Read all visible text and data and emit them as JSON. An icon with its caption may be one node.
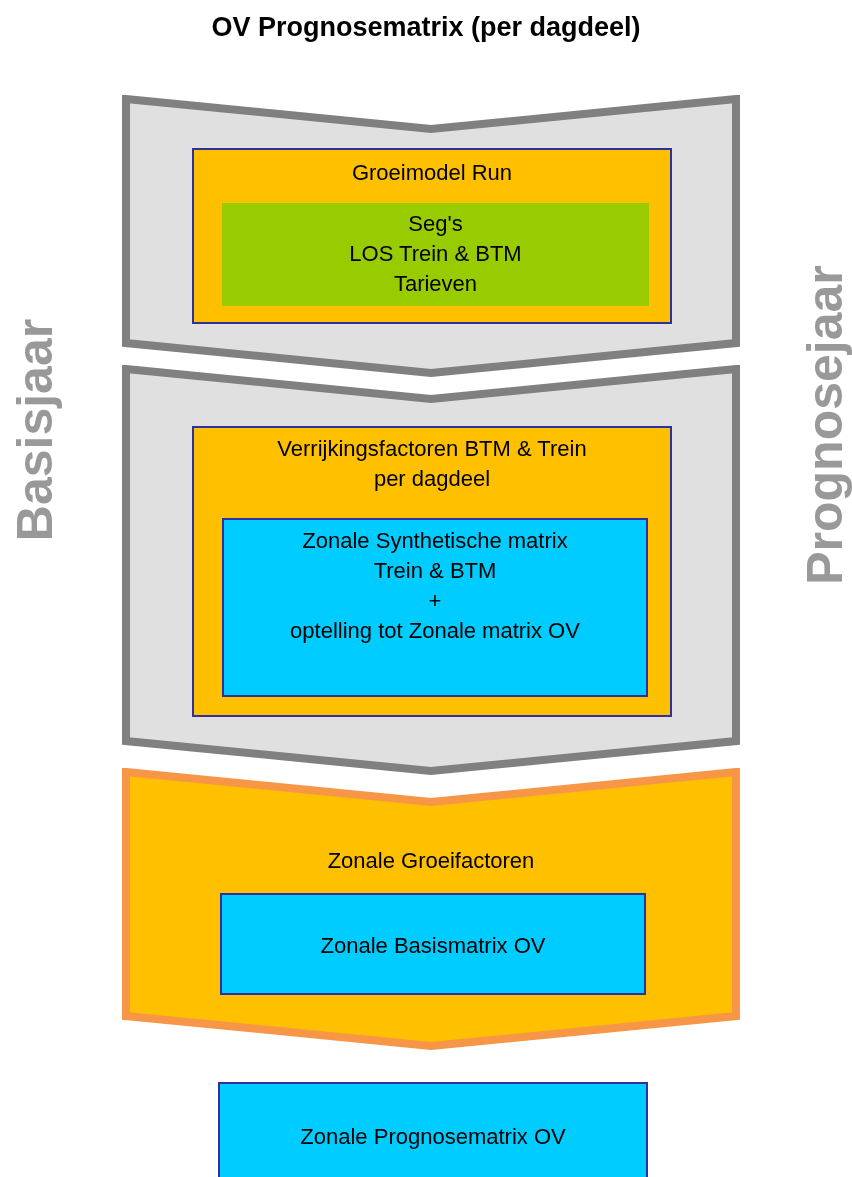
{
  "diagram": {
    "title": "OV Prognosematrix (per dagdeel)",
    "nodes": [
      {
        "text": [],
        "shape": "chevron"
      },
      {
        "text": [
          "Groeimodel Run"
        ],
        "in": 0
      },
      {
        "text": [
          "Seg's",
          "LOS Trein & BTM",
          "Tarieven"
        ],
        "in": 1
      },
      {
        "text": [],
        "shape": "chevron"
      },
      {
        "text": [
          "Verrijkingsfactoren BTM & Trein per dagdeel"
        ],
        "in": 3
      },
      {
        "text": [
          "Zonale Synthetische matrix Trein & BTM",
          "+",
          "optelling tot Zonale matrix OV"
        ],
        "in": 4
      },
      {
        "text": [
          "Zonale Groeifactoren"
        ]
      },
      {
        "text": [
          "Zonale Basismatrix OV"
        ],
        "in": 6
      },
      {
        "text": [
          "Zonale Prognosematrix OV"
        ]
      }
    ],
    "labels": [
      "Basisjaar",
      "Prognosejaar"
    ]
  }
}
